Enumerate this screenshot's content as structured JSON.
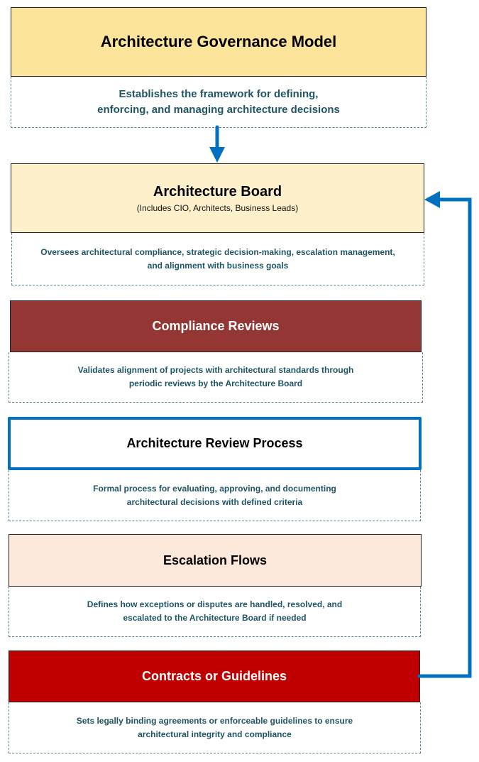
{
  "diagram": {
    "colors": {
      "arrow": "#0070c0",
      "description_text": "#1f5566",
      "description_border": "#5b8394"
    },
    "nodes": [
      {
        "id": "governance-model",
        "title": "Architecture Governance Model",
        "subtitle": "",
        "description": "Establishes the framework for defining, enforcing, and managing architecture decisions",
        "fill": "#fde49b",
        "text_color": "#000000"
      },
      {
        "id": "architecture-board",
        "title": "Architecture Board",
        "subtitle": "(Includes CIO, Architects, Business Leads)",
        "description": "Oversees architectural compliance, strategic decision-making, escalation management, and alignment with business goals",
        "fill": "#fff0cc",
        "text_color": "#000000"
      },
      {
        "id": "compliance-reviews",
        "title": "Compliance Reviews",
        "subtitle": "",
        "description": "Validates alignment of projects with architectural standards through periodic reviews by the Architecture Board",
        "fill": "#943634",
        "text_color": "#ffffff"
      },
      {
        "id": "architecture-review-process",
        "title": "Architecture Review Process",
        "subtitle": "",
        "description": "Formal process for evaluating, approving, and documenting architectural decisions with defined criteria",
        "fill": "#ffffff",
        "text_color": "#000000",
        "border": "#0070c0"
      },
      {
        "id": "escalation-flows",
        "title": "Escalation Flows",
        "subtitle": "",
        "description": "Defines how exceptions or disputes are handled, resolved, and escalated to the Architecture Board if needed",
        "fill": "#fce9dc",
        "text_color": "#000000"
      },
      {
        "id": "contracts-guidelines",
        "title": "Contracts or Guidelines",
        "subtitle": "",
        "description": "Sets legally binding agreements or enforceable guidelines to ensure architectural integrity and compliance",
        "fill": "#c00000",
        "text_color": "#ffffff"
      }
    ],
    "edges": [
      {
        "from": "governance-model",
        "to": "architecture-board",
        "type": "arrow-down"
      },
      {
        "from": "contracts-guidelines",
        "to": "architecture-board",
        "type": "feedback-arrow"
      }
    ]
  }
}
